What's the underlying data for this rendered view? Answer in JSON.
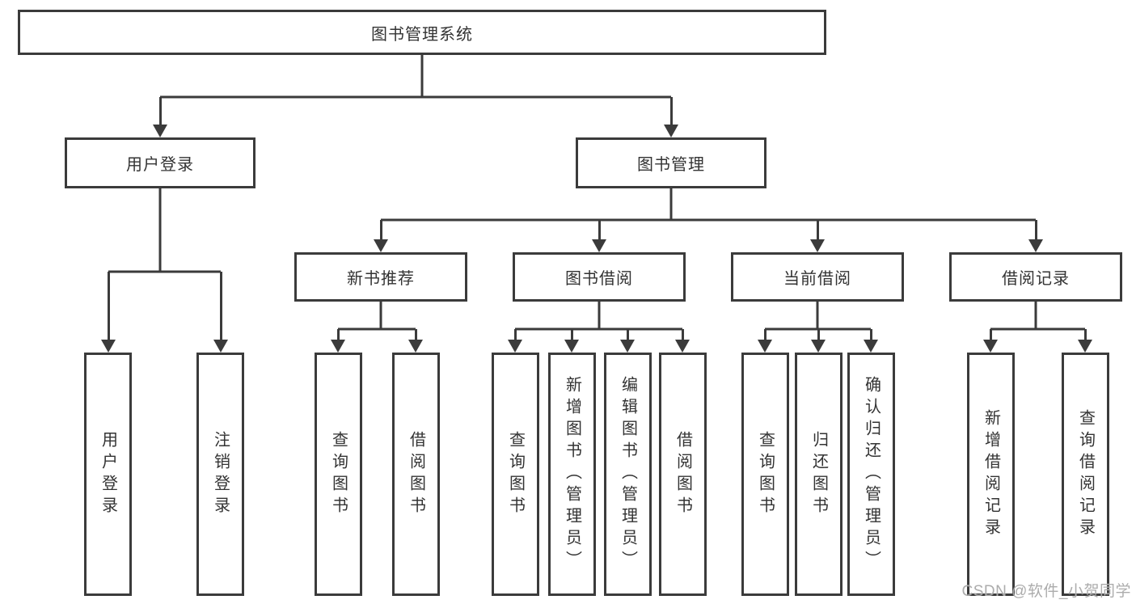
{
  "tree": {
    "root": "图书管理系统",
    "children": [
      {
        "label": "用户登录",
        "children": [
          "用户登录",
          "注销登录"
        ]
      },
      {
        "label": "图书管理",
        "children": [
          {
            "label": "新书推荐",
            "children": [
              "查询图书",
              "借阅图书"
            ]
          },
          {
            "label": "图书借阅",
            "children": [
              "查询图书",
              "新增图书（管理员）",
              "编辑图书（管理员）",
              "借阅图书"
            ]
          },
          {
            "label": "当前借阅",
            "children": [
              "查询图书",
              "归还图书",
              "确认归还（管理员）"
            ]
          },
          {
            "label": "借阅记录",
            "children": [
              "新增借阅记录",
              "查询借阅记录"
            ]
          }
        ]
      }
    ]
  },
  "watermark": {
    "text": "CSDN @软件_小贺同学"
  },
  "colors": {
    "line": "#3b3b3b",
    "text": "#333333",
    "background": "#ffffff",
    "watermark": "#a8a8a8"
  }
}
